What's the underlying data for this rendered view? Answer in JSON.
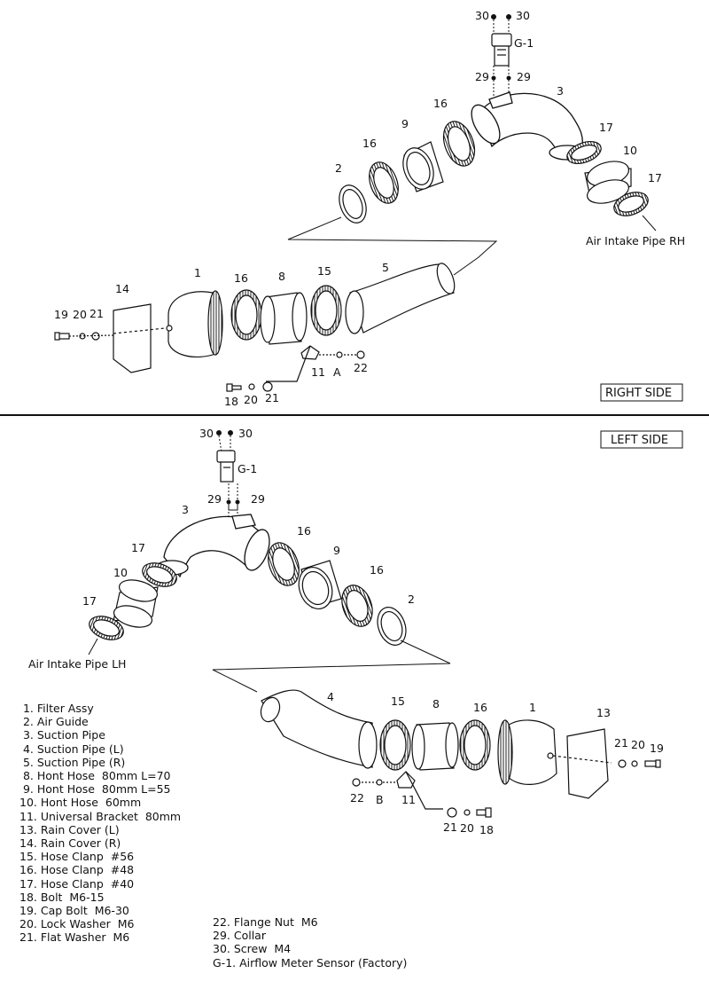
{
  "sections": {
    "right": "RIGHT SIDE",
    "left": "LEFT SIDE"
  },
  "callouts_right": {
    "n30a": "30",
    "n30b": "30",
    "g1": "G-1",
    "n29a": "29",
    "n29b": "29",
    "n3": "3",
    "n16a": "16",
    "n9": "9",
    "n16b": "16",
    "n2": "2",
    "n17a": "17",
    "n10": "10",
    "n17b": "17",
    "pipe": "Air Intake Pipe RH",
    "n1": "1",
    "n16c": "16",
    "n8": "8",
    "n15": "15",
    "n5": "5",
    "n14": "14",
    "n19": "19",
    "n20": "20",
    "n21": "21",
    "n11": "11",
    "A": "A",
    "n22": "22",
    "n18b": "18",
    "n20b": "20",
    "n21b": "21"
  },
  "callouts_left": {
    "n30a": "30",
    "n30b": "30",
    "g1": "G-1",
    "n29a": "29",
    "n29b": "29",
    "n3": "3",
    "n16a": "16",
    "n9": "9",
    "n17a": "17",
    "n10": "10",
    "n16b": "16",
    "n2": "2",
    "n17b": "17",
    "pipe": "Air Intake Pipe LH",
    "n4": "4",
    "n15": "15",
    "n8": "8",
    "n16c": "16",
    "n1": "1",
    "n13": "13",
    "n21": "21",
    "n20": "20",
    "n19": "19",
    "n22": "22",
    "B": "B",
    "n11": "11",
    "n21b": "21",
    "n20b": "20",
    "n18": "18"
  },
  "parts_list_col1": [
    " 1. Filter Assy",
    " 2. Air Guide",
    " 3. Suction Pipe",
    " 4. Suction Pipe (L)",
    " 5. Suction Pipe (R)",
    " 8. Hont Hose  80mm L=70",
    " 9. Hont Hose  80mm L=55",
    "10. Hont Hose  60mm",
    "11. Universal Bracket  80mm",
    "13. Rain Cover (L)",
    "14. Rain Cover (R)",
    "15. Hose Clanp  #56",
    "16. Hose Clanp  #48",
    "17. Hose Clanp  #40",
    "18. Bolt  M6-15",
    "19. Cap Bolt  M6-30",
    "20. Lock Washer  M6",
    "21. Flat Washer  M6"
  ],
  "parts_list_col2": [
    "22. Flange Nut  M6",
    "29. Collar",
    "30. Screw  M4",
    "G-1. Airflow Meter Sensor (Factory)"
  ]
}
